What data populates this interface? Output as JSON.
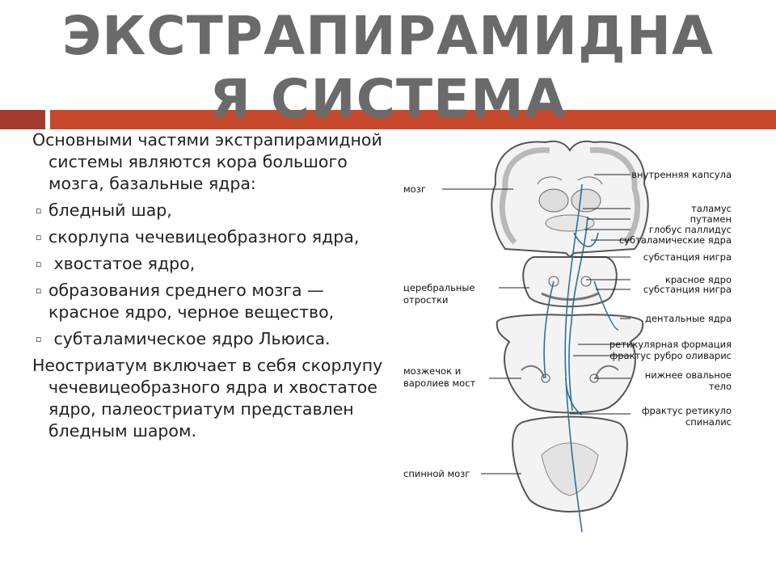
{
  "title": {
    "line1": "ЭКСТРАПИРАМИДНА",
    "line2": "Я СИСТЕМА"
  },
  "intro": "Основными частями экстрапирамидной системы являются кора большого мозга, базальные ядра:",
  "bullets": [
    "бледный шар,",
    "скорлупа чечевицеобразного ядра,",
    " хвостатое ядро,",
    "образования среднего мозга — красное ядро, черное вещество,",
    " субталамическое ядро Льюиса."
  ],
  "outro": "Неостриатум включает в себя скорлупу чечевицеобразного ядра и хвостатое ядро, палеостриатум представлен бледным шаром.",
  "figure": {
    "left_labels": {
      "brain": "мозг",
      "cerebral_1": "церебральные",
      "cerebral_2": "отростки",
      "cerebellum_1": "мозжечок и",
      "cerebellum_2": "варолиев мост",
      "spinal": "спинной мозг"
    },
    "right_labels": {
      "internal_capsule": "внутренняя капсула",
      "thalamus": "таламус",
      "putamen": "путамен",
      "globus": "глобус паллидус",
      "subthalamic": "субталамические ядра",
      "substantia_1": "субстанция нигра",
      "red_nucleus": "красное ядро",
      "substantia_2": "субстанция нигра",
      "dentate": "дентальные ядра",
      "reticular": "ретикулярная формация",
      "rubro": "фрактус рубро оливарис",
      "olive_1": "нижнее овальное",
      "olive_2": "тело",
      "retic_spinal_1": "фрактус ретикуло",
      "retic_spinal_2": "спиналис"
    }
  },
  "colors": {
    "title": "#6a6a6a",
    "bar_left": "#a33a2c",
    "bar_right": "#c8482c",
    "pathway": "#2f6f9a"
  }
}
